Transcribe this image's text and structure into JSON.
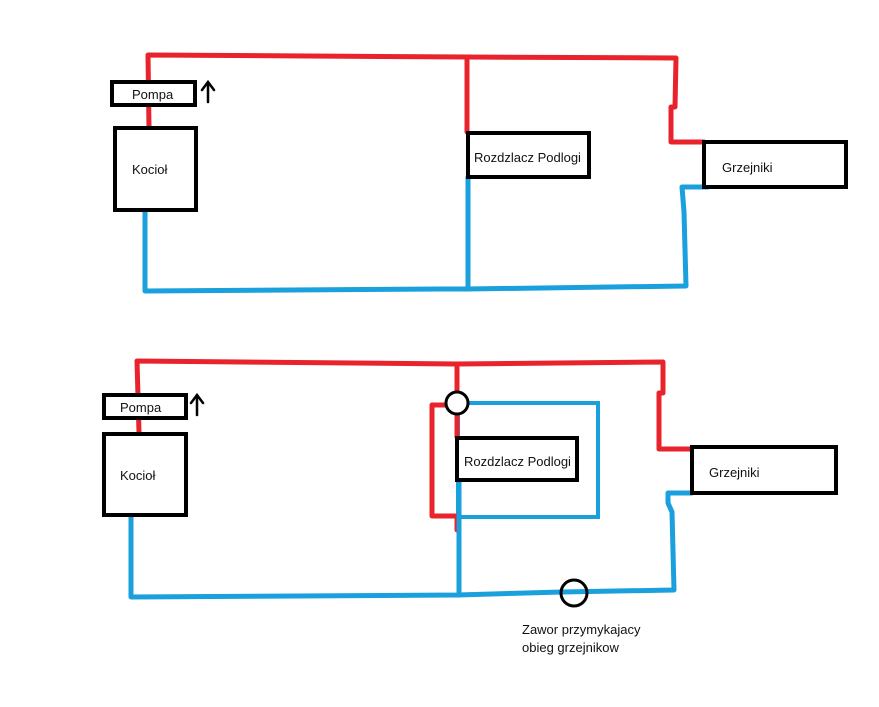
{
  "colors": {
    "supply": "#e8232b",
    "return": "#1aa0dc",
    "outline": "#000000",
    "background": "#ffffff"
  },
  "diagram_top": {
    "pump_label": "Pompa",
    "boiler_label": "Kocioł",
    "manifold_label": "Rozdzlacz Podlogi",
    "radiators_label": "Grzejniki",
    "pump_arrow_icon": "up-arrow-icon"
  },
  "diagram_bottom": {
    "pump_label": "Pompa",
    "boiler_label": "Kocioł",
    "manifold_label": "Rozdzlacz Podlogi",
    "radiators_label": "Grzejniki",
    "pump_arrow_icon": "up-arrow-icon",
    "valve_note_line1": "Zawor przymykajacy",
    "valve_note_line2": "obieg grzejnikow"
  }
}
